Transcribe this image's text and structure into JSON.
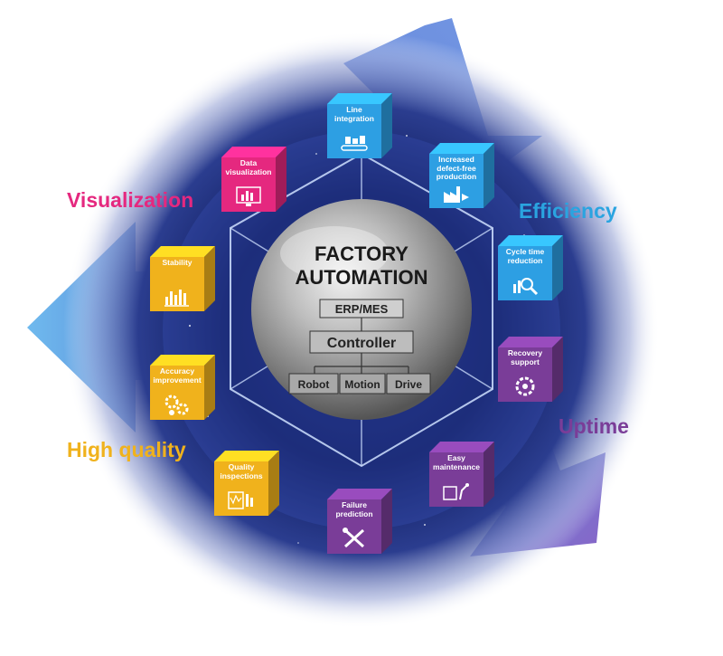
{
  "center": {
    "title_line1": "FACTORY",
    "title_line2": "AUTOMATION",
    "erp_mes": "ERP/MES",
    "controller": "Controller",
    "robot": "Robot",
    "motion": "Motion",
    "drive": "Drive"
  },
  "categories": [
    {
      "label": "Visualization",
      "color": "#e5287f"
    },
    {
      "label": "Efficiency",
      "color": "#2aa4e0"
    },
    {
      "label": "Uptime",
      "color": "#7a3d98"
    },
    {
      "label": "High quality",
      "color": "#f0b21c"
    }
  ],
  "cubes": [
    {
      "line1": "Line",
      "line2": "integration",
      "line3": "",
      "icon": "conveyor-icon",
      "color": "#2d9fe3"
    },
    {
      "line1": "Increased",
      "line2": "defect-free",
      "line3": "production",
      "icon": "factory-icon",
      "color": "#2d9fe3"
    },
    {
      "line1": "Cycle time",
      "line2": "reduction",
      "line3": "",
      "icon": "magnifier-chart-icon",
      "color": "#2d9fe3"
    },
    {
      "line1": "Recovery",
      "line2": "support",
      "line3": "",
      "icon": "gear-recovery-icon",
      "color": "#7a3d98"
    },
    {
      "line1": "Easy",
      "line2": "maintenance",
      "line3": "",
      "icon": "robot-tablet-icon",
      "color": "#7a3d98"
    },
    {
      "line1": "Failure",
      "line2": "prediction",
      "line3": "",
      "icon": "tools-icon",
      "color": "#7a3d98"
    },
    {
      "line1": "Quality",
      "line2": "inspections",
      "line3": "",
      "icon": "inspection-icon",
      "color": "#f0b21c"
    },
    {
      "line1": "Accuracy",
      "line2": "improvement",
      "line3": "",
      "icon": "gears-icon",
      "color": "#f0b21c"
    },
    {
      "line1": "Stability",
      "line2": "",
      "line3": "",
      "icon": "bar-chart-icon",
      "color": "#f0b21c"
    },
    {
      "line1": "Data",
      "line2": "visualization",
      "line3": "",
      "icon": "monitor-chart-icon",
      "color": "#e5287f"
    }
  ]
}
